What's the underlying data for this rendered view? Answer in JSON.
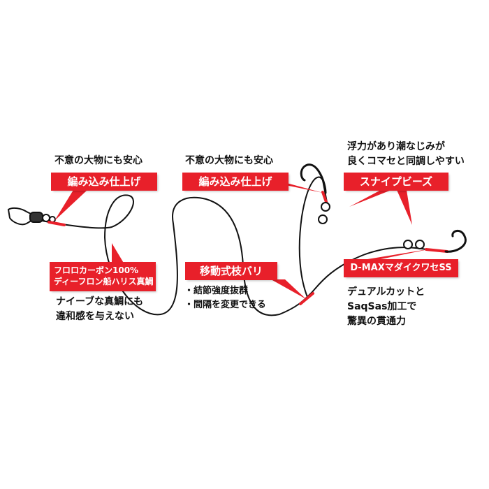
{
  "annotations": {
    "left_caption": "不意の大物にも安心",
    "left_label": "編み込み仕上げ",
    "mid_caption": "不意の大物にも安心",
    "mid_label": "編み込み仕上げ",
    "beads_caption_1": "浮力があり潮なじみが",
    "beads_caption_2": "良くコマセと同調しやすい",
    "beads_label": "スナイプビーズ",
    "line_label_1": "フロロカーボン100%",
    "line_label_2": "ディーフロン船ハリス真鯛",
    "line_caption_1": "ナイーブな真鯛にも",
    "line_caption_2": "違和感を与えない",
    "branch_label": "移動式枝バリ",
    "branch_point_1": "・結節強度抜群",
    "branch_point_2": "・間隔を変更できる",
    "hook_label": "D-MAXマダイクワセSS",
    "hook_caption_1": "デュアルカットと",
    "hook_caption_2": "SaqSas加工で",
    "hook_caption_3": "驚異の貫通力"
  },
  "colors": {
    "accent": "#e8202a",
    "line": "#111111",
    "background": "#ffffff"
  },
  "icons": [
    "swivel-icon",
    "hook-icon",
    "bead-icon"
  ]
}
